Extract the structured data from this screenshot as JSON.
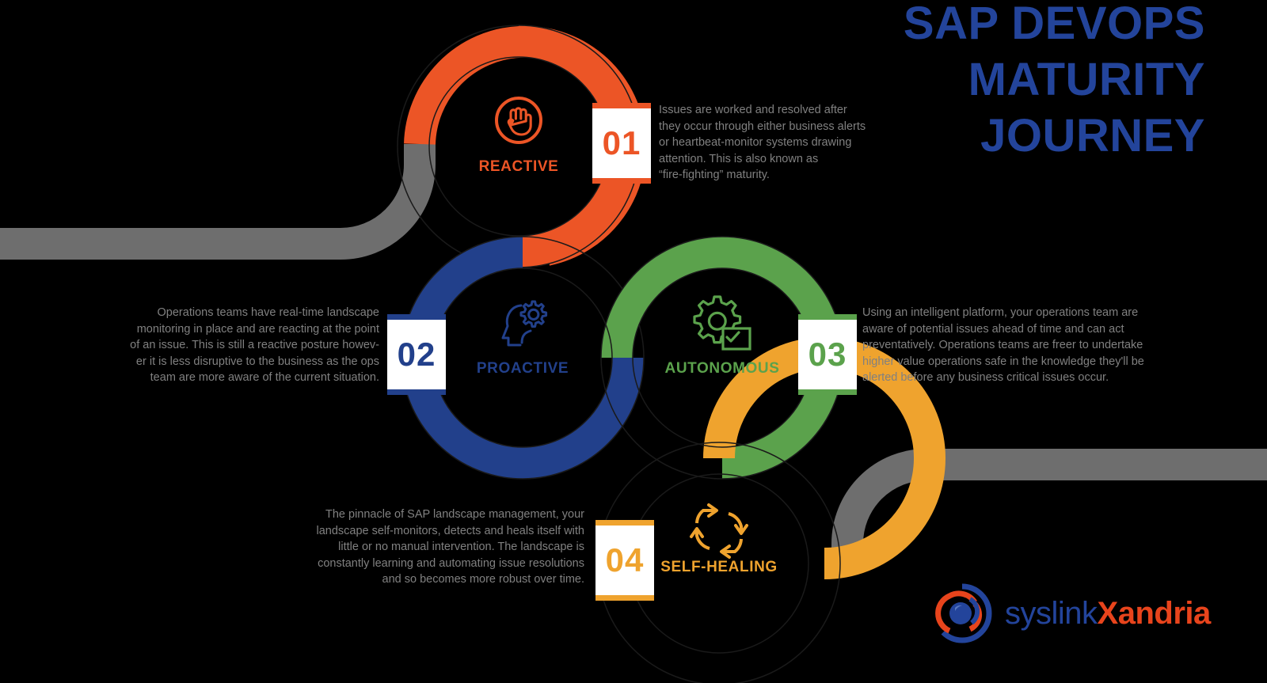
{
  "header": {
    "title_lines": [
      "SAP DEVOPS",
      "MATURITY",
      "JOURNEY"
    ],
    "title_color": "#23449B"
  },
  "colors": {
    "reactive": "#EC5526",
    "proactive": "#22408B",
    "autonomous": "#5BA24C",
    "self_healing": "#EFA32E",
    "road": "#6E6E6E",
    "background": "#000000",
    "body_text": "#808080",
    "badge_background": "#FFFFFF"
  },
  "stages": [
    {
      "number": "01",
      "label": "REACTIVE",
      "icon": "stop-hand-icon",
      "color": "#EC5526",
      "description": "Issues are worked and resolved after\nthey occur through either business alerts\nor heartbeat-monitor systems drawing\nattention. This is also known as\n“fire-fighting” maturity."
    },
    {
      "number": "02",
      "label": "PROACTIVE",
      "icon": "head-gear-icon",
      "color": "#22408B",
      "description": "Operations teams have real-time landscape\nmonitoring in place and are reacting at the point\nof an issue. This is still a reactive posture howev-\ner it is less disruptive to the business as the ops\nteam are more aware of the current situation."
    },
    {
      "number": "03",
      "label": "AUTONOMOUS",
      "icon": "gear-checklist-icon",
      "color": "#5BA24C",
      "description": "Using an intelligent platform, your operations team are\naware of potential issues ahead of time and can act\npreventatively. Operations teams are freer to undertake\nhigher value operations safe in the knowledge they'll be\nalerted before any business critical issues occur."
    },
    {
      "number": "04",
      "label": "SELF-HEALING",
      "icon": "circular-arrows-icon",
      "color": "#EFA32E",
      "description": "The pinnacle of SAP landscape management, your\nlandscape self-monitors, detects and heals itself with\nlittle or no manual intervention. The landscape is\nconstantly learning and automating issue resolutions\nand so becomes more robust over time."
    }
  ],
  "logo": {
    "mark": "syslink-xandria-mark-icon",
    "word_primary": "syslink",
    "word_secondary": "Xandria"
  }
}
